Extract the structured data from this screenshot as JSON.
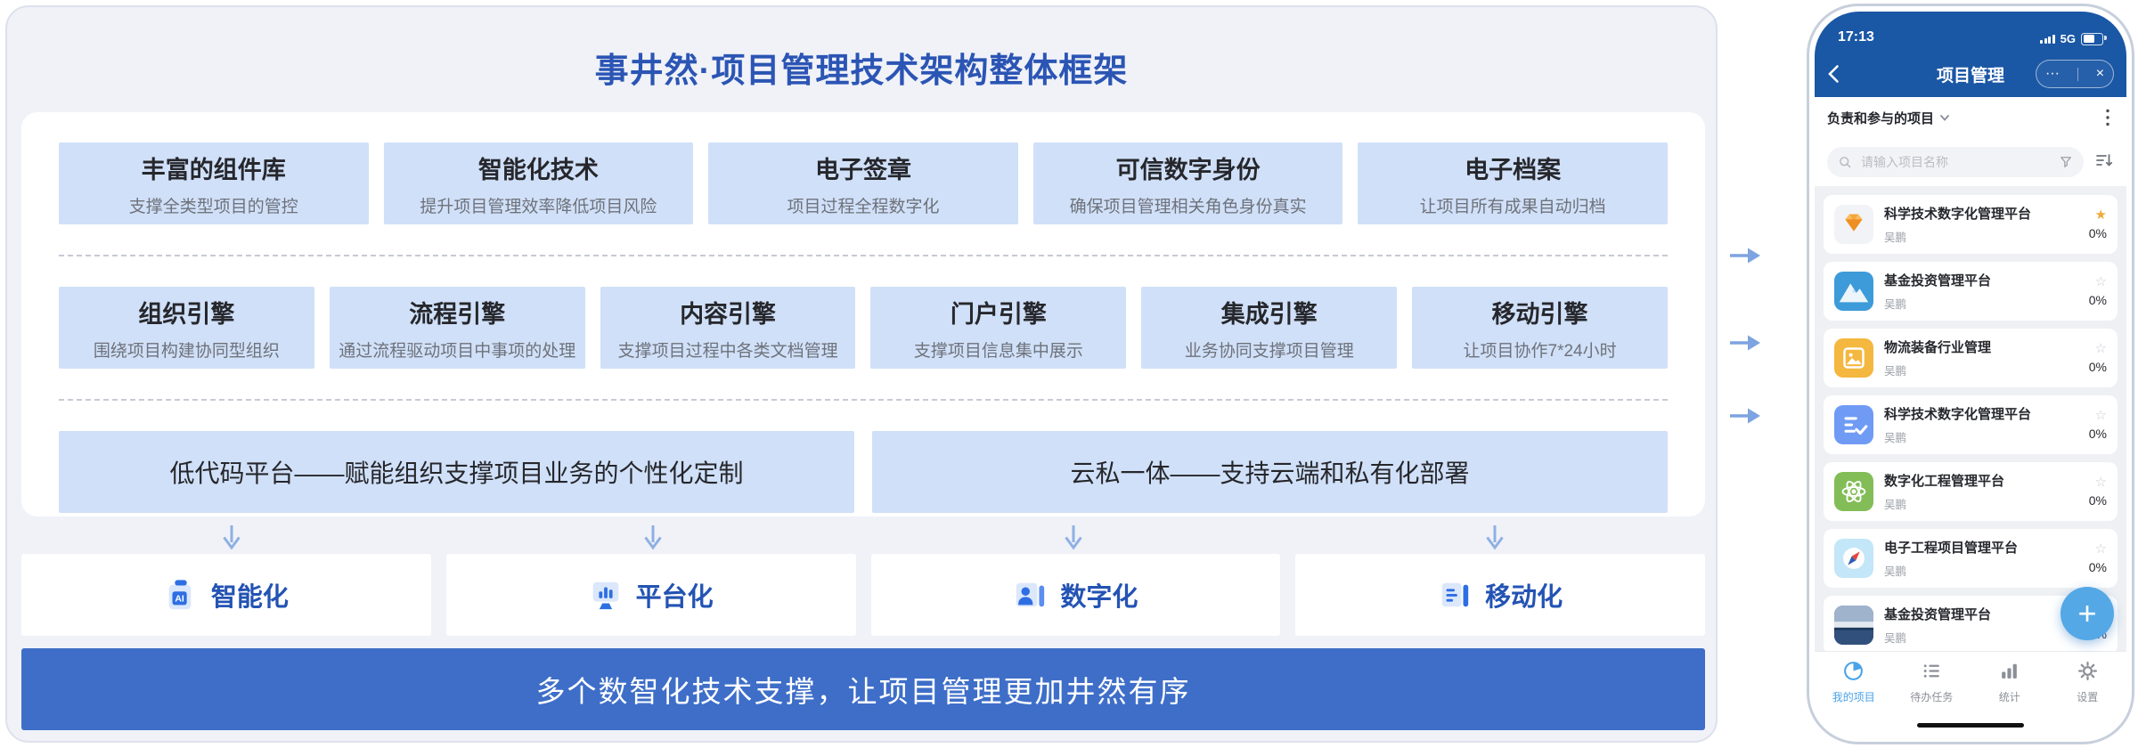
{
  "main": {
    "title": "事井然·项目管理技术架构整体框架",
    "feature_row": [
      {
        "title": "丰富的组件库",
        "subtitle": "支撑全类型项目的管控"
      },
      {
        "title": "智能化技术",
        "subtitle": "提升项目管理效率降低项目风险"
      },
      {
        "title": "电子签章",
        "subtitle": "项目过程全程数字化"
      },
      {
        "title": "可信数字身份",
        "subtitle": "确保项目管理相关角色身份真实"
      },
      {
        "title": "电子档案",
        "subtitle": "让项目所有成果自动归档"
      }
    ],
    "engine_row": [
      {
        "title": "组织引擎",
        "subtitle": "围绕项目构建协同型组织"
      },
      {
        "title": "流程引擎",
        "subtitle": "通过流程驱动项目中事项的处理"
      },
      {
        "title": "内容引擎",
        "subtitle": "支撑项目过程中各类文档管理"
      },
      {
        "title": "门户引擎",
        "subtitle": "支撑项目信息集中展示"
      },
      {
        "title": "集成引擎",
        "subtitle": "业务协同支撑项目管理"
      },
      {
        "title": "移动引擎",
        "subtitle": "让项目协作7*24小时"
      }
    ],
    "platform_row": [
      {
        "label": "低代码平台——赋能组织支撑项目业务的个性化定制"
      },
      {
        "label": "云私一体——支持云端和私有化部署"
      }
    ],
    "capabilities": [
      {
        "label": "智能化",
        "icon": "ai-icon"
      },
      {
        "label": "平台化",
        "icon": "platform-icon"
      },
      {
        "label": "数字化",
        "icon": "digital-icon"
      },
      {
        "label": "移动化",
        "icon": "mobile-icon"
      }
    ],
    "banner": "多个数智化技术支撑，让项目管理更加井然有序",
    "colors": {
      "title_blue": "#2b55b4",
      "box_blue": "#d0e0f8",
      "banner_blue": "#3e6ec8",
      "capability_blue": "#2353b3",
      "arrow_blue": "#7da3e0"
    }
  },
  "phone": {
    "status": {
      "time": "17:13",
      "network": "5G",
      "signal_icon": "signal-icon",
      "battery_icon": "battery-icon"
    },
    "nav": {
      "title": "项目管理",
      "back_icon": "back-icon",
      "more_label": "···",
      "close_label": "×"
    },
    "filter_bar": {
      "label": "负责和参与的项目",
      "chevron_icon": "chevron-down-icon",
      "menu_icon": "kebab-menu-icon"
    },
    "search": {
      "placeholder": "请输入项目名称",
      "search_icon": "search-icon",
      "funnel_icon": "filter-funnel-icon",
      "sort_icon": "sort-icon"
    },
    "projects": [
      {
        "name": "科学技术数字化管理平台",
        "owner": "吴鹏",
        "percent": "0%",
        "starred": true,
        "icon": "gem-icon",
        "icon_bg": "#f2f3f6"
      },
      {
        "name": "基金投资管理平台",
        "owner": "吴鹏",
        "percent": "0%",
        "starred": false,
        "icon": "mountain-icon",
        "icon_bg": "#3d9bd9"
      },
      {
        "name": "物流装备行业管理",
        "owner": "吴鹏",
        "percent": "0%",
        "starred": false,
        "icon": "photo-icon",
        "icon_bg": "#f4b73f"
      },
      {
        "name": "科学技术数字化管理平台",
        "owner": "吴鹏",
        "percent": "0%",
        "starred": false,
        "icon": "checklist-icon",
        "icon_bg": "#6f9bf5"
      },
      {
        "name": "数字化工程管理平台",
        "owner": "吴鹏",
        "percent": "0%",
        "starred": false,
        "icon": "atom-icon",
        "icon_bg": "#82bd57"
      },
      {
        "name": "电子工程项目管理平台",
        "owner": "吴鹏",
        "percent": "0%",
        "starred": false,
        "icon": "compass-icon",
        "icon_bg": "#c3e6f8"
      },
      {
        "name": "基金投资管理平台",
        "owner": "吴鹏",
        "percent": "0%",
        "starred": false,
        "icon": "sea-photo-icon",
        "icon_bg": "#2e4a74"
      }
    ],
    "fab_label": "+",
    "tabs": [
      {
        "label": "我的项目",
        "icon": "pie-chart-icon",
        "active": true
      },
      {
        "label": "待办任务",
        "icon": "todo-list-icon",
        "active": false
      },
      {
        "label": "统计",
        "icon": "bar-chart-icon",
        "active": false
      },
      {
        "label": "设置",
        "icon": "gear-icon",
        "active": false
      }
    ],
    "colors": {
      "header_blue": "#1a57a5",
      "active_tab": "#4aa3e8",
      "star_orange": "#f0a93c",
      "fab_blue": "#55a8e6"
    }
  }
}
